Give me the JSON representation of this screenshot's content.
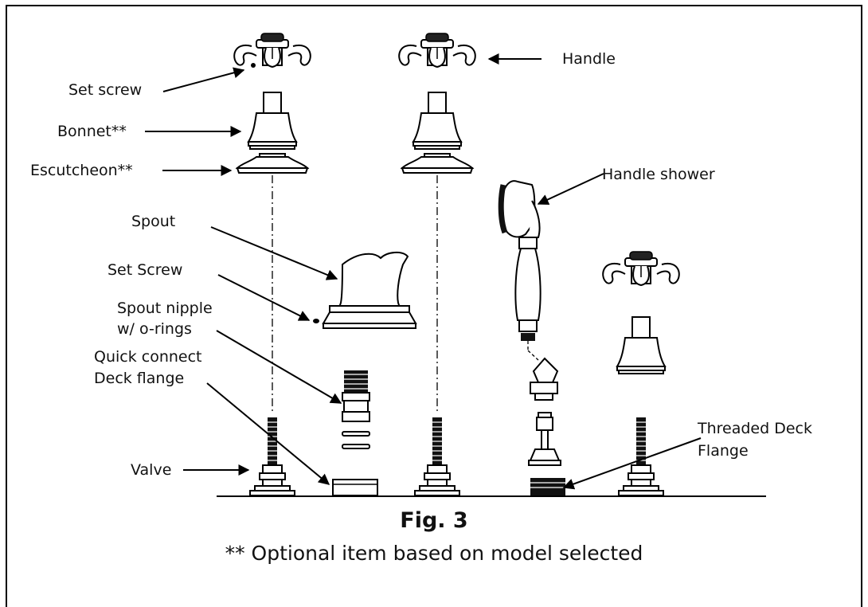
{
  "labels": {
    "set_screw_top": "Set screw",
    "handle": "Handle",
    "bonnet": "Bonnet**",
    "escutcheon": "Escutcheon**",
    "handle_shower": "Handle shower",
    "spout": "Spout",
    "set_screw_spout": "Set Screw",
    "spout_nipple_1": "Spout nipple",
    "spout_nipple_2": "w/ o-rings",
    "quick_connect_1": "Quick connect",
    "quick_connect_2": "Deck flange",
    "threaded_1": "Threaded Deck",
    "threaded_2": "Flange",
    "valve": "Valve"
  },
  "figure": {
    "title": "Fig. 3",
    "note": "** Optional item based on model selected"
  }
}
